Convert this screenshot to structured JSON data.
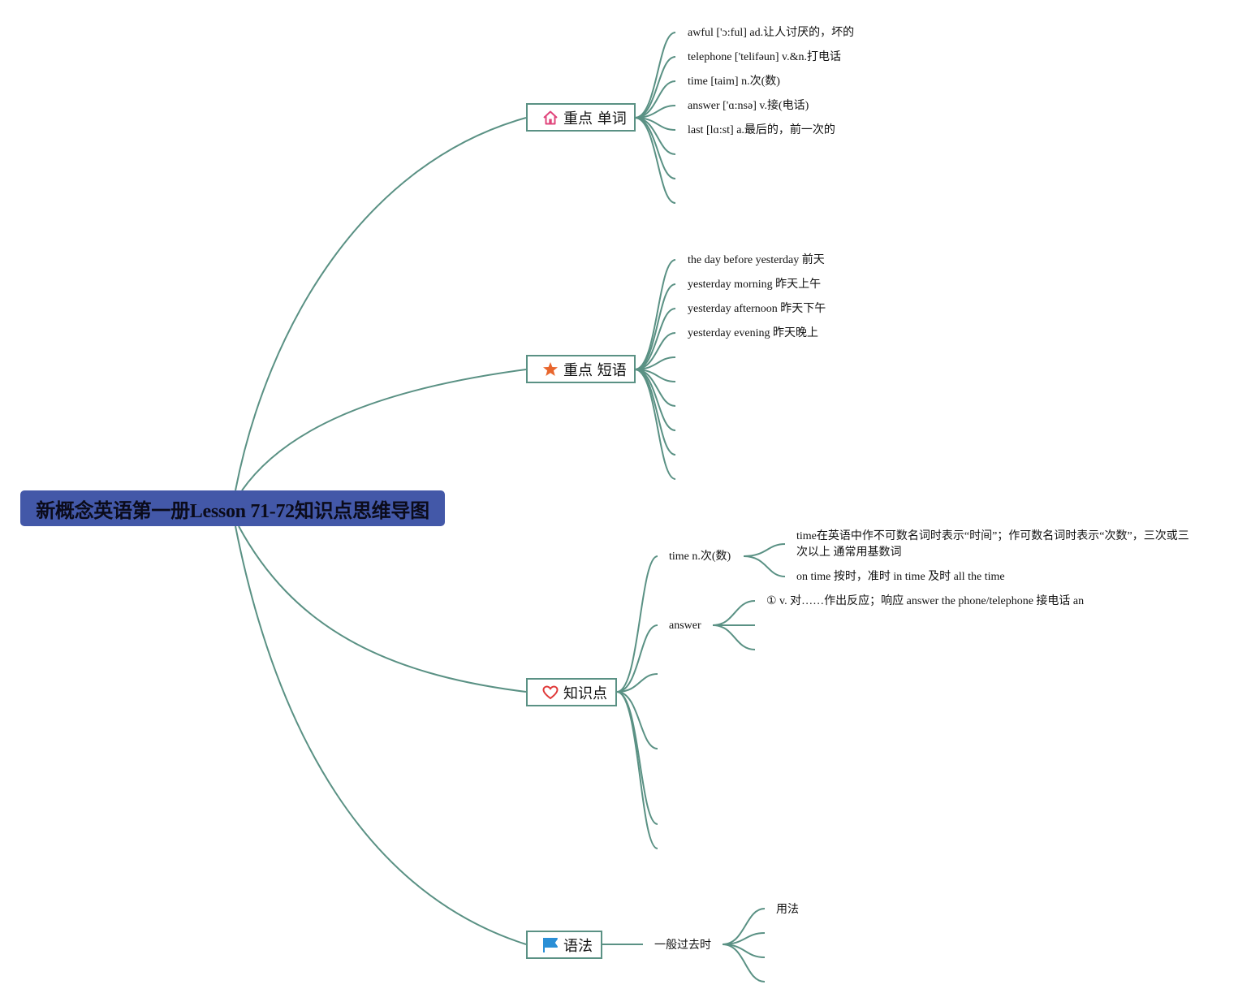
{
  "title": "新概念英语第一册Lesson 71-72知识点思维导图",
  "colors": {
    "root_bg": "#4358a8",
    "line": "#5a9184",
    "house_icon": "#e0457b",
    "star_icon": "#e8662d",
    "heart_icon": "#e03a3a",
    "flag_icon": "#2a8fd6"
  },
  "branches": {
    "words": {
      "label": "重点 单词",
      "icon": "house-icon",
      "items": [
        "awful ['ɔ:ful] ad.让人讨厌的，坏的",
        "telephone ['telifəun] v.&n.打电话",
        "time [taim] n.次(数)",
        "answer ['ɑ:nsə] v.接(电话)",
        "last [lɑ:st] a.最后的，前一次的"
      ]
    },
    "phrases": {
      "label": "重点 短语",
      "icon": "star-icon",
      "items": [
        "the day before yesterday 前天",
        "yesterday morning 昨天上午",
        "yesterday afternoon 昨天下午",
        "yesterday evening 昨天晚上"
      ]
    },
    "points": {
      "label": "知识点",
      "icon": "heart-icon",
      "time": {
        "label": "time n.次(数)",
        "items": [
          "time在英语中作不可数名词时表示“时间”；作可数名词时表示“次数”，三次或三次以上 通常用基数词",
          "on time 按时，准时 in time 及时 all the time"
        ]
      },
      "answer": {
        "label": "answer",
        "items": [
          "① v. 对……作出反应；响应 answer the phone/telephone 接电话 an"
        ]
      }
    },
    "grammar": {
      "label": "语法",
      "icon": "flag-icon",
      "tense": {
        "label": "一般过去时",
        "items": [
          "用法"
        ]
      }
    }
  }
}
